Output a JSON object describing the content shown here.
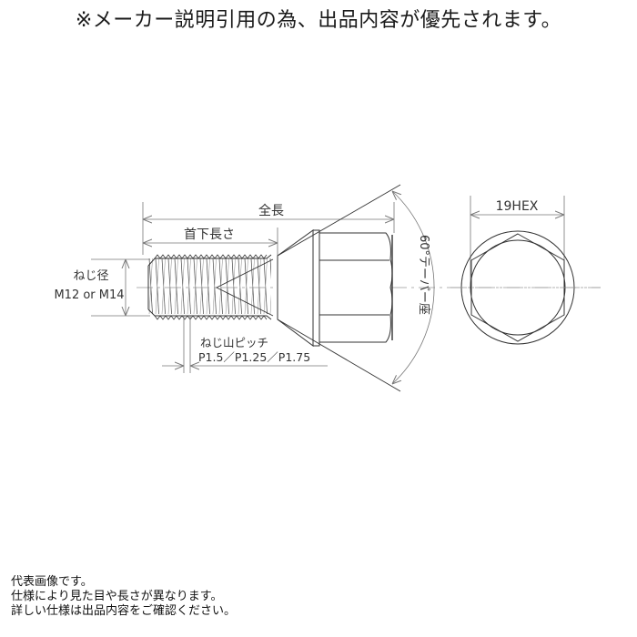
{
  "notice": "※メーカー説明引用の為、出品内容が優先されます。",
  "diagram": {
    "title": "Wheel lug bolt dimension drawing",
    "labels": {
      "overall_length": "全長",
      "under_head_length": "首下長さ",
      "thread_diameter_label": "ねじ径",
      "thread_diameter_value": "M12 or M14",
      "thread_pitch_label": "ねじ山ピッチ",
      "thread_pitch_value": "P1.5／P1.25／P1.75",
      "taper_seat": "60°テーパー座",
      "hex_size": "19HEX"
    },
    "colors": {
      "line": "#333333",
      "dim_line": "#777777",
      "center_line": "#999999"
    }
  },
  "footer": {
    "lines": [
      "代表画像です。",
      "仕様により見た目や長さが異なります。",
      "詳しい仕様は出品内容をご確認ください。"
    ]
  }
}
